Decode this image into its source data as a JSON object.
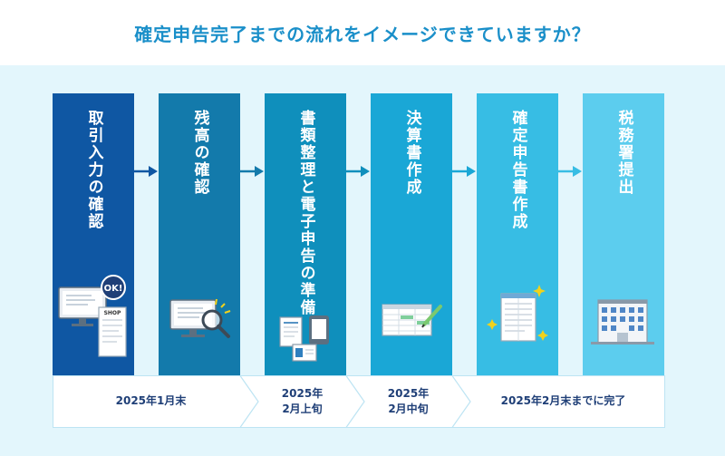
{
  "title": "確定申告完了までの流れをイメージできていますか？",
  "steps": [
    {
      "label": "取引入力の確認",
      "color": "#0f57a3",
      "icon": "monitor-receipt-ok-icon",
      "badge": "OK!",
      "receipt_header": "SHOP"
    },
    {
      "label": "残高の確認",
      "color": "#137aab",
      "icon": "monitor-magnifier-icon"
    },
    {
      "label": "書類整理と電子申告の準備",
      "color": "#0f8fbc",
      "icon": "documents-tablet-card-icon"
    },
    {
      "label": "決算書作成",
      "color": "#1aa7d6",
      "icon": "spreadsheet-pen-icon"
    },
    {
      "label": "確定申告書作成",
      "color": "#37bde4",
      "icon": "tax-form-sparkle-icon"
    },
    {
      "label": "税務署提出",
      "color": "#5ccdee",
      "icon": "tax-office-building-icon"
    }
  ],
  "arrow_colors": [
    "#0f57a3",
    "#137aab",
    "#0f8fbc",
    "#1aa7d6",
    "#37bde4"
  ],
  "timeline": [
    {
      "lines": [
        "2025年1月末"
      ]
    },
    {
      "lines": [
        "2025年",
        "2月上旬"
      ]
    },
    {
      "lines": [
        "2025年",
        "2月中旬"
      ]
    },
    {
      "lines": [
        "2025年2月末までに完了"
      ]
    }
  ]
}
